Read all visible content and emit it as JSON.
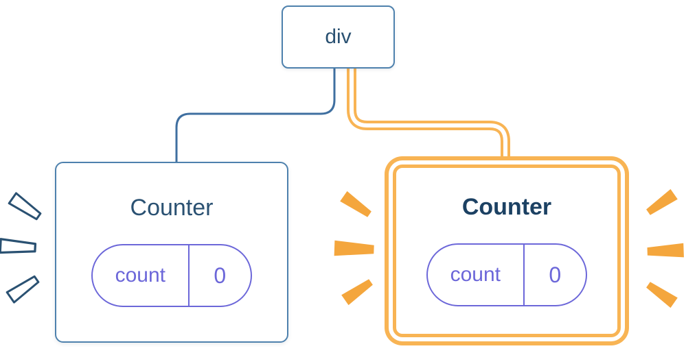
{
  "diagram": {
    "root_node": {
      "label": "div"
    },
    "counters": [
      {
        "title": "Counter",
        "state_key": "count",
        "state_value": "0",
        "highlighted": false
      },
      {
        "title": "Counter",
        "state_key": "count",
        "state_value": "0",
        "highlighted": true
      }
    ]
  },
  "colors": {
    "node_border_blue": "#4E81AD",
    "edge_blue": "#3F6FA0",
    "text_navy": "#2A5172",
    "text_navy_bold": "#1C4163",
    "indigo": "#6C67D9",
    "orange": "#F8B454",
    "orange_deep": "#F4A63D",
    "card_bg": "#FFFFFF"
  }
}
